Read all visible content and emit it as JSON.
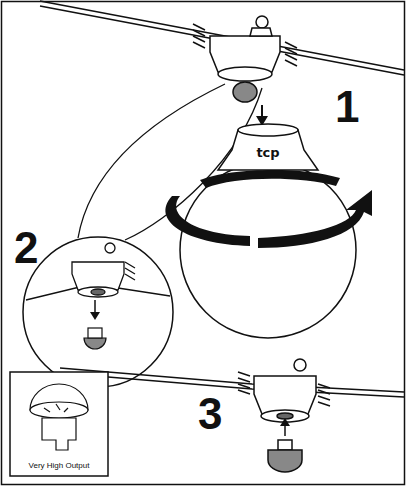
{
  "diagram": {
    "labels": [
      "1",
      "tcp",
      "2",
      "3",
      "Very High Output"
    ]
  }
}
